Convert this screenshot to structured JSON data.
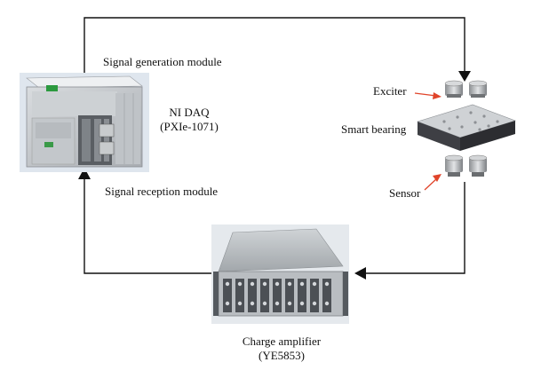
{
  "modules": {
    "signal_generation": "Signal generation module",
    "signal_reception": "Signal reception module"
  },
  "daq": {
    "name": "NI DAQ",
    "model": "(PXIe-1071)"
  },
  "bearing": {
    "exciter": "Exciter",
    "smart_bearing": "Smart bearing",
    "sensor": "Sensor"
  },
  "amplifier": {
    "name": "Charge amplifier",
    "model": "(YE5853)"
  },
  "colors": {
    "line": "#111111",
    "callout_arrow": "#e0442a",
    "photo_bg": "#dfe6ee"
  }
}
